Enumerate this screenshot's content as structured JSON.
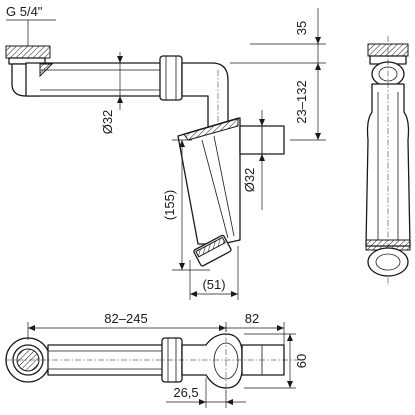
{
  "labels": {
    "thread": "G 5/4\"",
    "inlet_height": "35",
    "adjustable_height": "23–132",
    "pipe_diameter_horizontal": "Ø32",
    "pipe_diameter_outlet": "Ø32",
    "body_height": "(155)",
    "body_depth": "(51)",
    "horizontal_length": "82–245",
    "outlet_offset": "82",
    "top_view_width": "60",
    "top_view_offset": "26,5"
  }
}
